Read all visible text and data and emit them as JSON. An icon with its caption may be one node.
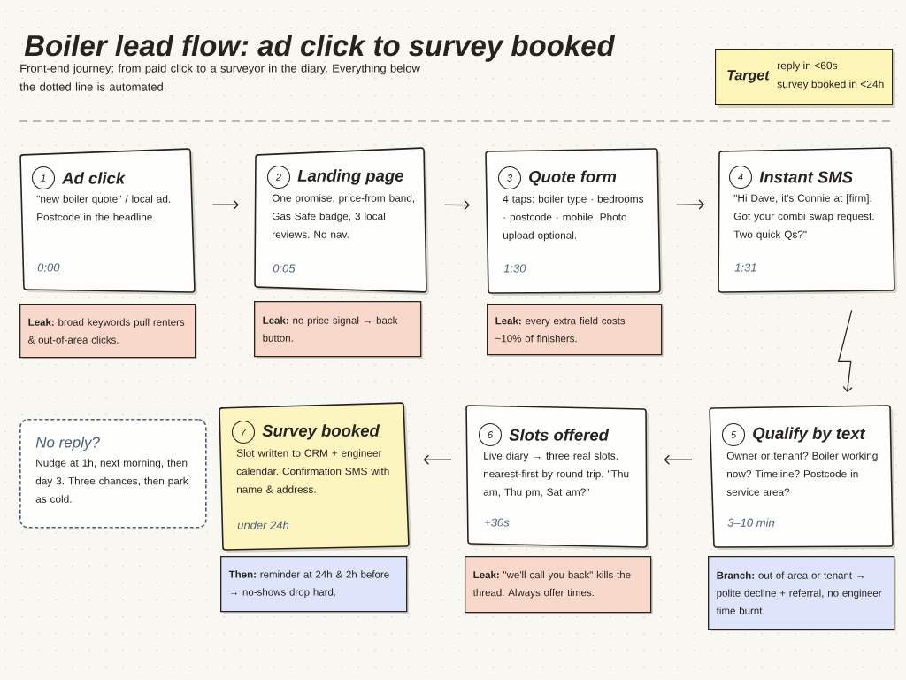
{
  "diagram": {
    "title": "Boiler lead flow: ad click to survey booked",
    "nodes": [
      {
        "text": [
          "Target",
          "reply in <60s",
          "survey booked in <24h"
        ]
      },
      {
        "text": [
          "1",
          "Ad click",
          "\"new boiler quote\" / local ad. Postcode in the headline.",
          "0:00"
        ]
      },
      {
        "text": [
          "2",
          "Landing page",
          "One promise, price-from band, Gas Safe badge, 3 local reviews. No nav.",
          "0:05"
        ]
      },
      {
        "text": [
          "3",
          "Quote form",
          "4 taps: boiler type · bedrooms · postcode · mobile. Photo upload optional.",
          "1:30"
        ]
      },
      {
        "text": [
          "4",
          "Instant SMS",
          "\"Hi Dave, it's Connie at [firm]. Got your combi swap request. Two quick Qs?\"",
          "1:31"
        ]
      },
      {
        "text": [
          "**Leak:** broad keywords pull renters & out-of-area clicks."
        ]
      },
      {
        "text": [
          "**Leak:** no price signal → back button."
        ]
      },
      {
        "text": [
          "**Leak:** every extra field costs ~10% of finishers."
        ]
      },
      {
        "text": [
          "No reply?",
          "Nudge at 1h, next morning, then day 3. Three chances, then park as cold."
        ]
      },
      {
        "text": [
          "7",
          "Survey booked",
          "Slot written to CRM + engineer calendar. Confirmation SMS with name & address.",
          "under 24h"
        ]
      },
      {
        "text": [
          "6",
          "Slots offered",
          "Live diary → three real slots, nearest-first by round trip. \"Thu am, Thu pm, Sat am?\"",
          "+30s"
        ]
      },
      {
        "text": [
          "5",
          "Qualify by text",
          "Owner or tenant? Boiler working now? Timeline? Postcode in service area?",
          "3–10 min"
        ]
      },
      {
        "text": [
          "**Then:** reminder at 24h & 2h before → no-shows drop hard."
        ]
      },
      {
        "text": [
          "**Leak:** \"we'll call you back\" kills the thread. Always offer times."
        ]
      },
      {
        "text": [
          "**Branch:** out of area or tenant → polite decline + referral, no engineer time burnt."
        ]
      }
    ],
    "edges": [
      {
        "from": 1,
        "to": 2,
        "arrow": "to"
      },
      {
        "from": 2,
        "to": 3,
        "arrow": "to"
      },
      {
        "from": 3,
        "to": 4,
        "arrow": "to"
      },
      {
        "from": 4,
        "to": 11,
        "arrow": "to"
      },
      {
        "from": 11,
        "to": 10,
        "arrow": "to"
      },
      {
        "from": 10,
        "to": 9,
        "arrow": "to"
      }
    ],
    "labels": [
      "Front-end journey: from paid click to a surveyor in the diary. Everything below the dotted line is automated."
    ]
  }
}
